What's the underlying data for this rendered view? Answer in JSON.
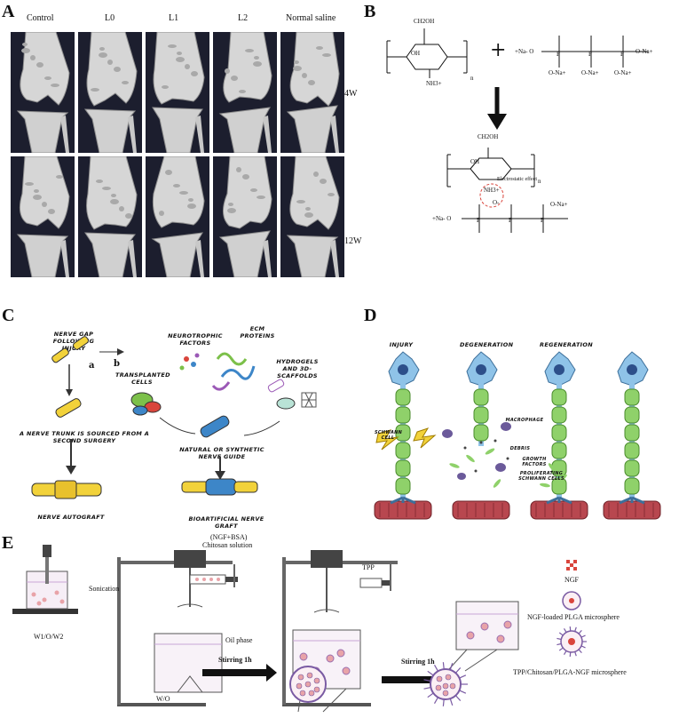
{
  "panels": {
    "A": {
      "letter": "A",
      "columns": [
        "Control",
        "L0",
        "L1",
        "L2",
        "Normal saline"
      ],
      "rows": [
        "4W",
        "12W"
      ]
    },
    "B": {
      "letter": "B",
      "plus": "+",
      "reactant1": {
        "ch2oh": "CH2OH",
        "oh": "OH",
        "nh3": "NH3+",
        "n": "n"
      },
      "reactant2": {
        "na_left": "+Na- O",
        "sub1": "O-Na+",
        "sub2": "O-Na+",
        "sub3": "O-Na+",
        "na_right": "O-Na+"
      },
      "product": {
        "ch2oh": "CH2OH",
        "oh": "OH",
        "effect": "Electrostatic effect",
        "nh3": "NH3+",
        "n": "n",
        "o_minus": "O-",
        "na_left": "+Na- O",
        "sub": "O-Na+"
      }
    },
    "C": {
      "letter": "C",
      "nerve_gap": "Nerve Gap Following Injury",
      "label_a": "a",
      "label_b": "b",
      "sourced": "A nerve trunk is sourced from a second surgery",
      "autograft": "Nerve Autograft",
      "neurotrophic": "Neurotrophic Factors",
      "ecm": "ECM Proteins",
      "transplanted": "Transplanted Cells",
      "hydrogels": "Hydrogels and 3D-Scaffolds",
      "guide": "Natural or Synthetic Nerve Guide",
      "bioartificial": "Bioartificial Nerve Graft"
    },
    "D": {
      "letter": "D",
      "injury": "Injury",
      "degeneration": "Degeneration",
      "regeneration": "Regeneration",
      "schwann": "Schwann Cell",
      "macrophage": "Macrophage",
      "debris": "Debris",
      "growth": "Growth Factors",
      "proliferating": "Proliferating Schwann Cells"
    },
    "E": {
      "letter": "E",
      "sonication": "Sonication",
      "w1ow2": "W1/O/W2",
      "ngf_bsa": "(NGF+BSA)",
      "chitosan": "Chitosan solution",
      "oil_phase": "Oil phase",
      "wo": "W/O",
      "stirring1": "Stirring  1h",
      "tpp": "TPP",
      "stirring2": "Stirring  1h",
      "legend_ngf": "NGF",
      "legend_plga": "NGF-loaded PLGA microsphere",
      "legend_tpp": "TPP/Chitosan/PLGA-NGF microsphere"
    }
  },
  "colors": {
    "ct_bg": "#1c1e2e",
    "bone": "#d9d9d9",
    "nerve_yellow": "#f2d23a",
    "guide_blue": "#3d86c8",
    "neuron_blue": "#8fc3e8",
    "schwann_green": "#8fd16a",
    "muscle_red": "#b8474f",
    "macrophage_purple": "#6b5a9a",
    "ngf_red": "#d9453c",
    "sphere_purple": "#7a5ba3"
  }
}
